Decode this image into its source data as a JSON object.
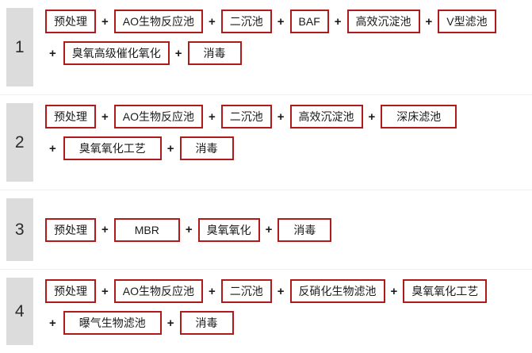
{
  "table": {
    "symbols": {
      "plus": "+"
    },
    "colors": {
      "box_border": "#b01a1a",
      "index_chip_bg": "#dcdcdc",
      "row_divider": "#f2f2f4",
      "text": "#1a1a1a",
      "page_bg": "#ffffff"
    },
    "rows": [
      {
        "index": "1",
        "lines": [
          [
            "预处理",
            "AO生物反应池",
            "二沉池",
            "BAF",
            "高效沉淀池",
            "V型滤池"
          ],
          [
            "臭氧高级催化氧化",
            "消毒"
          ]
        ]
      },
      {
        "index": "2",
        "lines": [
          [
            "预处理",
            "AO生物反应池",
            "二沉池",
            "高效沉淀池",
            "深床滤池"
          ],
          [
            "臭氧氧化工艺",
            "消毒"
          ]
        ]
      },
      {
        "index": "3",
        "lines": [
          [
            "预处理",
            "MBR",
            "臭氧氧化",
            "消毒"
          ]
        ]
      },
      {
        "index": "4",
        "lines": [
          [
            "预处理",
            "AO生物反应池",
            "二沉池",
            "反硝化生物滤池",
            "臭氧氧化工艺"
          ],
          [
            "曝气生物滤池",
            "消毒"
          ]
        ]
      }
    ]
  }
}
